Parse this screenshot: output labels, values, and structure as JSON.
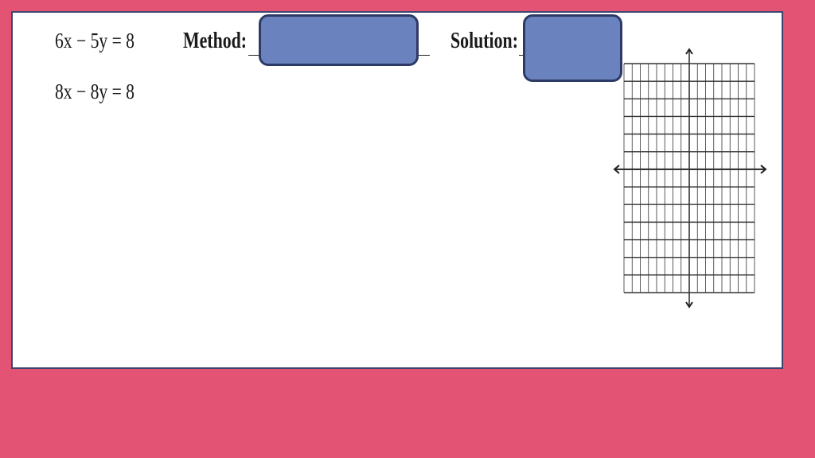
{
  "problem": {
    "equation1": "6x − 5y = 8",
    "equation2": "8x − 8y = 8",
    "method_label": "Method:",
    "solution_label": "Solution:",
    "method_answer": "",
    "solution_answer": ""
  },
  "colors": {
    "background": "#e35374",
    "card_border": "#3e4470",
    "answer_box_fill": "#6a82bd",
    "answer_box_border": "#2e3a66"
  },
  "grid": {
    "columns": 16,
    "rows": 13,
    "has_arrows": true
  }
}
